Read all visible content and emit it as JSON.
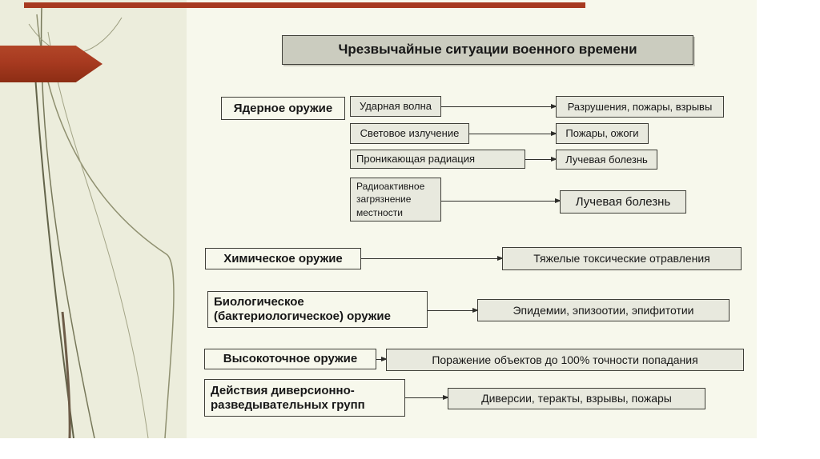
{
  "title": "Чрезвычайные ситуации военного времени",
  "nuclear": {
    "label": "Ядерное оружие",
    "effects": [
      {
        "cause": "Ударная волна",
        "result": "Разрушения, пожары, взрывы"
      },
      {
        "cause": "Световое излучение",
        "result": "Пожары, ожоги"
      },
      {
        "cause": "Проникающая радиация",
        "result": "Лучевая болезнь"
      },
      {
        "cause": "Радиоактивное загрязнение местности",
        "result": "Лучевая болезнь"
      }
    ]
  },
  "rows": [
    {
      "label": "Химическое оружие",
      "result": "Тяжелые токсические отравления"
    },
    {
      "label": "Биологическое (бактериологическое) оружие",
      "result": "Эпидемии, эпизоотии, эпифитотии"
    },
    {
      "label": "Высокоточное оружие",
      "result": "Поражение объектов до 100% точности попадания"
    },
    {
      "label": "Действия диверсионно-разведывательных групп",
      "result": "Диверсии, теракты, взрывы, пожары"
    }
  ],
  "colors": {
    "accent_red": "#a73a20",
    "slide_bg": "#eceddc",
    "panel_bg": "#f7f8ec",
    "box_fill": "#e8e9de",
    "title_fill": "#cbccbf",
    "border": "#3f3f38"
  }
}
